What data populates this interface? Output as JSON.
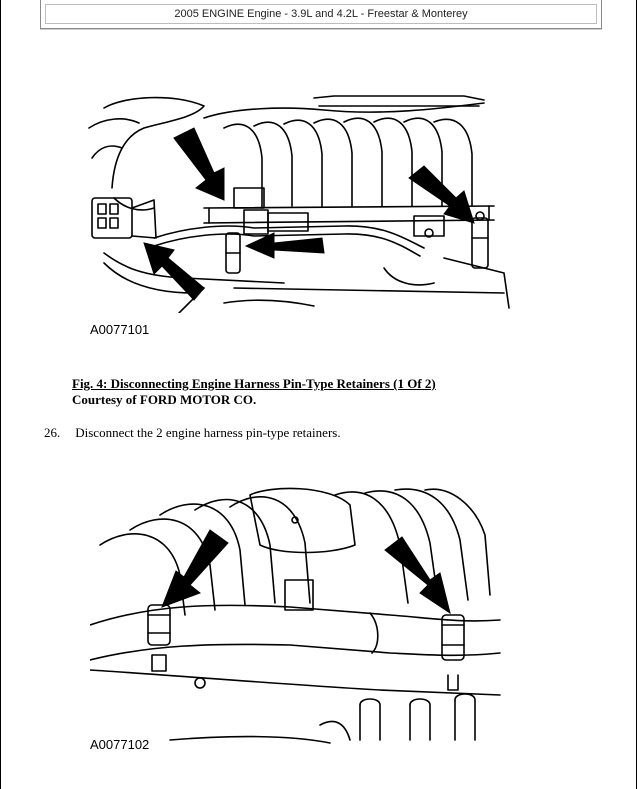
{
  "header": {
    "title": "2005 ENGINE Engine - 3.9L and 4.2L - Freestar & Monterey"
  },
  "figure1": {
    "id_label": "A0077101",
    "caption_title": "Fig. 4: Disconnecting Engine Harness Pin-Type Retainers (1 Of 2)",
    "caption_credit": "Courtesy of FORD MOTOR CO."
  },
  "step": {
    "number": "26.",
    "text": "Disconnect the 2 engine harness pin-type retainers."
  },
  "figure2": {
    "id_label": "A0077102"
  }
}
